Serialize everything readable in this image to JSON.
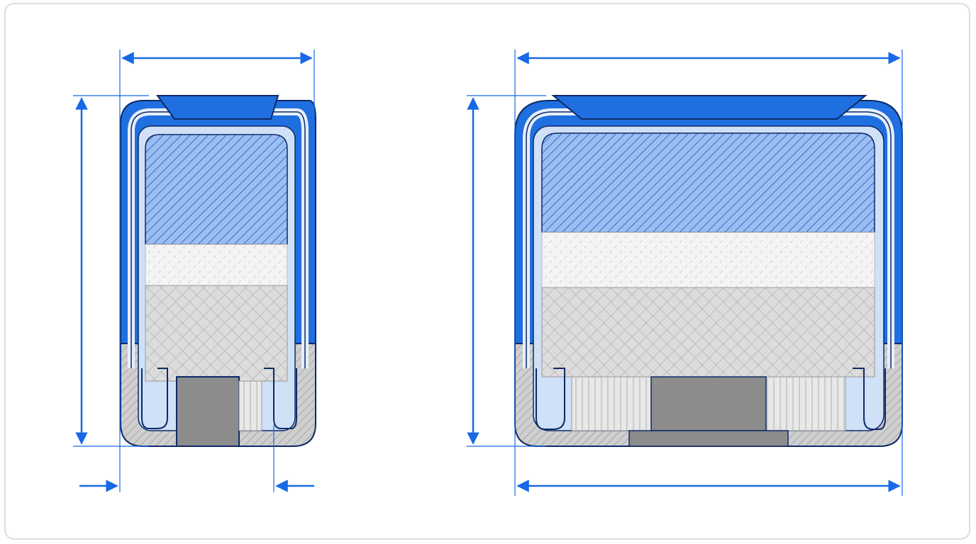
{
  "colors": {
    "accent": "#1f6fe0",
    "dimension": "#1769e6",
    "outline": "#0d2a66",
    "light_blue": "#cfe0f7",
    "hatch_blue": "#5a8fe6",
    "gray": "#9c9c9c",
    "dark_gray": "#8a8a8a",
    "light_gray": "#e2e2e2"
  },
  "diagram": {
    "views": [
      {
        "name": "narrow-cross-section",
        "layers": [
          "cap",
          "hatched-blue-layer",
          "light-dashed-layer",
          "crosshatch-layer",
          "base"
        ]
      },
      {
        "name": "wide-cross-section",
        "layers": [
          "cap",
          "hatched-blue-layer",
          "light-dashed-layer",
          "crosshatch-layer",
          "base"
        ]
      }
    ]
  }
}
